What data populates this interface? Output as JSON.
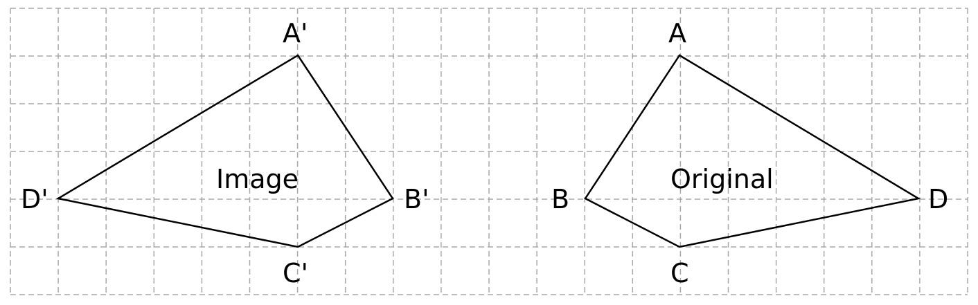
{
  "grid": {
    "columns": 20,
    "rows": 6,
    "line_color": "#a9a9a9",
    "line_style": "dashed"
  },
  "image_shape": {
    "caption": "Image",
    "vertices": [
      {
        "label": "A'"
      },
      {
        "label": "B'"
      },
      {
        "label": "C'"
      },
      {
        "label": "D'"
      }
    ]
  },
  "original_shape": {
    "caption": "Original",
    "vertices": [
      {
        "label": "A"
      },
      {
        "label": "B"
      },
      {
        "label": "C"
      },
      {
        "label": "D"
      }
    ]
  }
}
